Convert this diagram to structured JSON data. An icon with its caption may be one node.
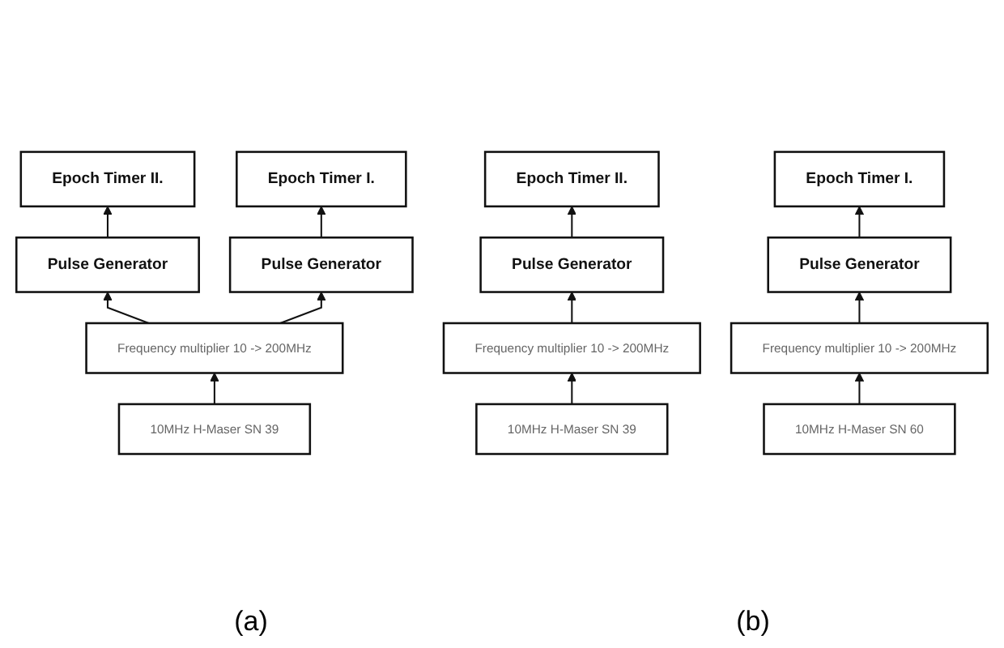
{
  "diagram": {
    "nodes": [
      {
        "text": [
          "Epoch Timer I."
        ]
      },
      {
        "text": [
          "Pulse Generator"
        ]
      },
      {
        "text": [
          "Epoch Timer II."
        ]
      },
      {
        "text": [
          "Pulse Generator"
        ]
      },
      {
        "text": [
          "Frequency multiplier 10 -> 200MHz"
        ]
      },
      {
        "text": [
          "10MHz H-Maser SN 39"
        ]
      },
      {
        "text": [
          "Epoch Timer I."
        ]
      },
      {
        "text": [
          "Pulse Generator"
        ]
      },
      {
        "text": [
          "Epoch Timer II."
        ]
      },
      {
        "text": [
          "Pulse Generator"
        ]
      },
      {
        "text": [
          "Frequency multiplier 10 -> 200MHz"
        ]
      },
      {
        "text": [
          "Frequency multiplier 10 -> 200MHz"
        ]
      },
      {
        "text": [
          "10MHz H-Maser SN 39"
        ]
      },
      {
        "text": [
          "10MHz H-Maser SN 60"
        ]
      }
    ],
    "edges": [
      {
        "from": 1,
        "to": 2,
        "arrow": "to"
      },
      {
        "from": 3,
        "to": 0,
        "arrow": "to"
      },
      {
        "from": 4,
        "to": 1,
        "arrow": "to"
      },
      {
        "from": 4,
        "to": 3,
        "arrow": "to"
      },
      {
        "from": 5,
        "to": 4,
        "arrow": "to"
      },
      {
        "from": 7,
        "to": 8,
        "arrow": "to"
      },
      {
        "from": 9,
        "to": 6,
        "arrow": "to"
      },
      {
        "from": 10,
        "to": 7,
        "arrow": "to"
      },
      {
        "from": 11,
        "to": 9,
        "arrow": "to"
      },
      {
        "from": 12,
        "to": 10,
        "arrow": "to"
      },
      {
        "from": 13,
        "to": 11,
        "arrow": "to"
      }
    ],
    "labels": [
      "(a)",
      "(b)"
    ]
  }
}
